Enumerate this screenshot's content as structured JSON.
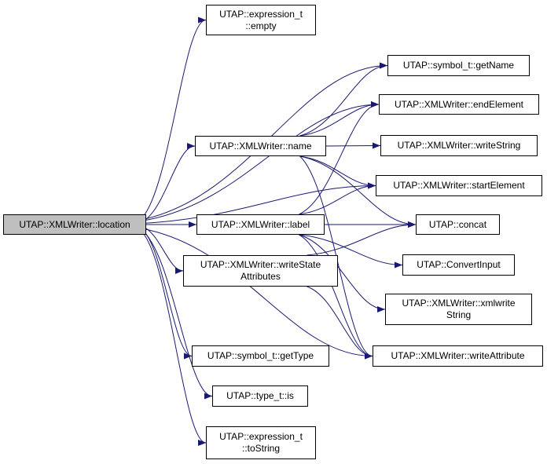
{
  "colors": {
    "edge": "#191970",
    "root_fill": "#bfbfbf",
    "node_fill": "#ffffff",
    "border": "#000000"
  },
  "nodes": {
    "location": {
      "lines": [
        "UTAP::XMLWriter::location"
      ]
    },
    "expression_empty": {
      "lines": [
        "UTAP::expression_t",
        "::empty"
      ]
    },
    "getName": {
      "lines": [
        "UTAP::symbol_t::getName"
      ]
    },
    "endElement": {
      "lines": [
        "UTAP::XMLWriter::endElement"
      ]
    },
    "name": {
      "lines": [
        "UTAP::XMLWriter::name"
      ]
    },
    "writeString": {
      "lines": [
        "UTAP::XMLWriter::writeString"
      ]
    },
    "startElement": {
      "lines": [
        "UTAP::XMLWriter::startElement"
      ]
    },
    "label": {
      "lines": [
        "UTAP::XMLWriter::label"
      ]
    },
    "concat": {
      "lines": [
        "UTAP::concat"
      ]
    },
    "writeStateAttributes": {
      "lines": [
        "UTAP::XMLWriter::writeState",
        "Attributes"
      ]
    },
    "ConvertInput": {
      "lines": [
        "UTAP::ConvertInput"
      ]
    },
    "xmlwriteString": {
      "lines": [
        "UTAP::XMLWriter::xmlwrite",
        "String"
      ]
    },
    "getType": {
      "lines": [
        "UTAP::symbol_t::getType"
      ]
    },
    "writeAttribute": {
      "lines": [
        "UTAP::XMLWriter::writeAttribute"
      ]
    },
    "type_is": {
      "lines": [
        "UTAP::type_t::is"
      ]
    },
    "expression_toString": {
      "lines": [
        "UTAP::expression_t",
        "::toString"
      ]
    }
  },
  "edges": [
    [
      "location",
      "expression_empty"
    ],
    [
      "location",
      "getName"
    ],
    [
      "location",
      "endElement"
    ],
    [
      "location",
      "name"
    ],
    [
      "location",
      "startElement"
    ],
    [
      "location",
      "label"
    ],
    [
      "location",
      "writeStateAttributes"
    ],
    [
      "location",
      "getType"
    ],
    [
      "location",
      "writeAttribute"
    ],
    [
      "location",
      "type_is"
    ],
    [
      "location",
      "expression_toString"
    ],
    [
      "name",
      "getName"
    ],
    [
      "name",
      "endElement"
    ],
    [
      "name",
      "writeString"
    ],
    [
      "name",
      "startElement"
    ],
    [
      "name",
      "concat"
    ],
    [
      "name",
      "writeAttribute"
    ],
    [
      "label",
      "endElement"
    ],
    [
      "label",
      "startElement"
    ],
    [
      "label",
      "concat"
    ],
    [
      "label",
      "ConvertInput"
    ],
    [
      "label",
      "xmlwriteString"
    ],
    [
      "label",
      "writeAttribute"
    ],
    [
      "writeStateAttributes",
      "concat"
    ],
    [
      "writeStateAttributes",
      "writeAttribute"
    ]
  ]
}
